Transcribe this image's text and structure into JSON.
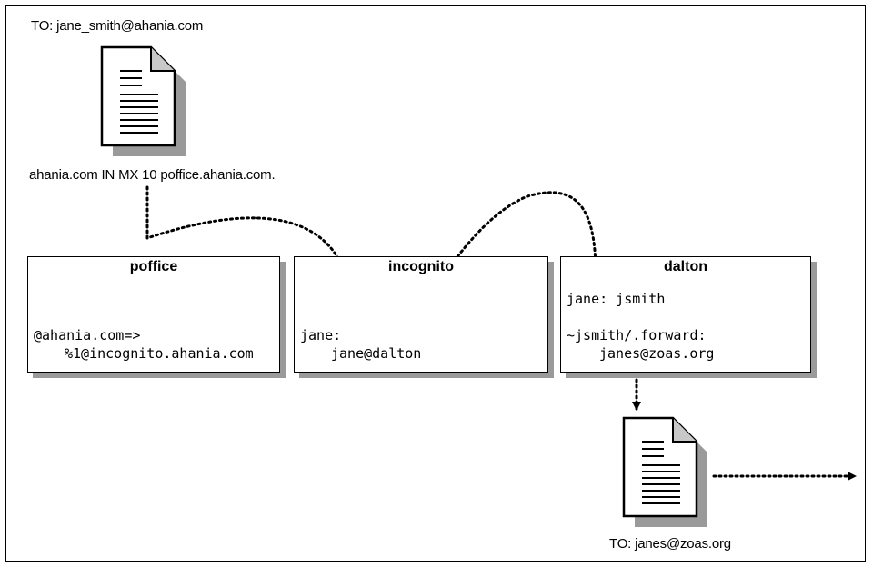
{
  "top_label": "TO: jane_smith@ahania.com",
  "mx_record": "ahania.com IN MX 10 poffice.ahania.com.",
  "boxes": {
    "poffice": {
      "title": "poffice",
      "line1": "@ahania.com=>",
      "line2": "%1@incognito.ahania.com"
    },
    "incognito": {
      "title": "incognito",
      "line1": "jane:",
      "line2": "jane@dalton"
    },
    "dalton": {
      "title": "dalton",
      "line1": "jane: jsmith",
      "line2": "~jsmith/.forward:",
      "line3": "janes@zoas.org"
    }
  },
  "bottom_label": "TO: janes@zoas.org",
  "icons": [
    "document-icon",
    "document-icon"
  ]
}
